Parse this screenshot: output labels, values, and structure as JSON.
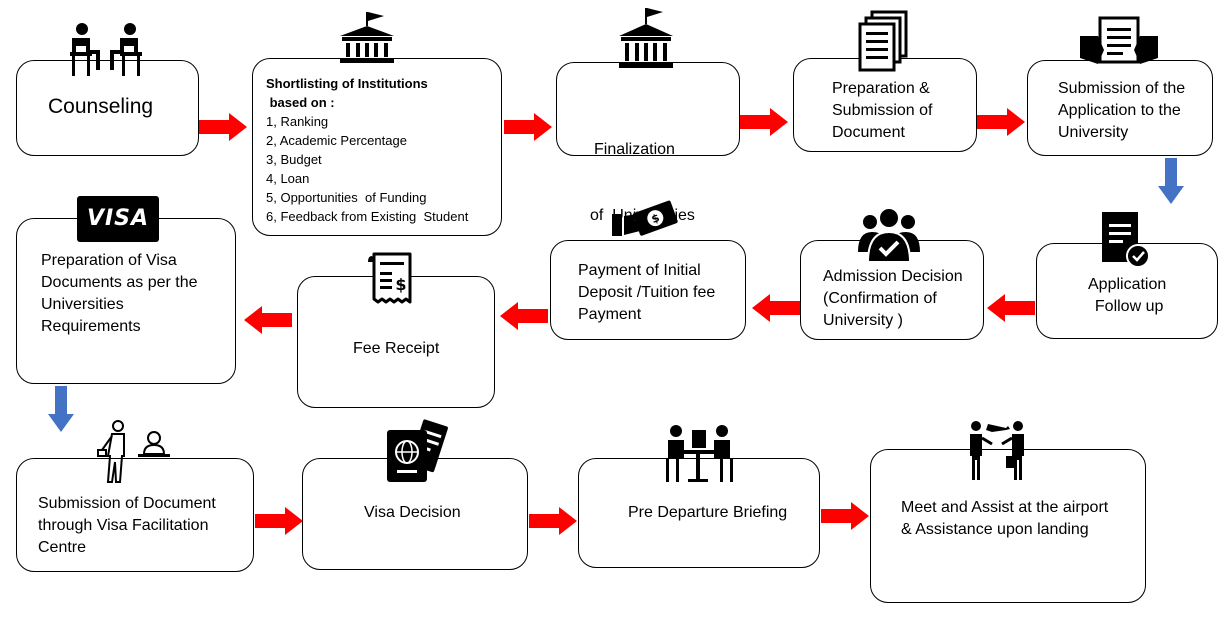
{
  "colors": {
    "arrow_red": "#ff0000",
    "arrow_blue": "#4472c4",
    "border": "#000000"
  },
  "steps": {
    "counseling": {
      "lines": [
        "Counseling"
      ],
      "icon": "counseling-people-icon"
    },
    "shortlisting": {
      "title_lines": [
        "Shortlisting of Institutions",
        " based on :"
      ],
      "items": [
        "1, Ranking",
        "2, Academic Percentage",
        "3, Budget",
        "4, Loan",
        "5, Opportunities  of Funding",
        "6, Feedback from Existing  Student"
      ],
      "icon": "institution-building-icon"
    },
    "finalization": {
      "lines": [
        "Finalization",
        "of  Universities"
      ],
      "icon": "university-building-icon"
    },
    "preparation": {
      "lines": [
        "Preparation &",
        "Submission of",
        "Document"
      ],
      "icon": "documents-stack-icon"
    },
    "submission_app": {
      "lines": [
        "Submission of the",
        "Application to the",
        "University"
      ],
      "icon": "document-hands-icon"
    },
    "followup": {
      "lines": [
        "Application",
        "Follow up"
      ],
      "icon": "document-check-icon"
    },
    "admission": {
      "lines": [
        "Admission Decision",
        "(Confirmation of",
        "University )"
      ],
      "icon": "group-check-icon"
    },
    "payment": {
      "lines": [
        "Payment of Initial",
        "Deposit /Tuition fee",
        "Payment"
      ],
      "icon": "cash-hand-icon"
    },
    "fee_receipt": {
      "lines": [
        "Fee Receipt"
      ],
      "icon": "receipt-icon"
    },
    "visa_prep": {
      "lines": [
        "Preparation of Visa",
        "Documents as per the",
        "Universities",
        "Requirements"
      ],
      "icon": "visa-card-icon",
      "visa_logo": "VISA"
    },
    "vfc": {
      "lines": [
        "Submission of Document",
        "through Visa Facilitation",
        "Centre"
      ],
      "icon": "person-counter-icon"
    },
    "visa_decision": {
      "lines": [
        "Visa Decision"
      ],
      "icon": "passport-icon"
    },
    "briefing": {
      "lines": [
        "Pre Departure Briefing"
      ],
      "icon": "meeting-table-icon"
    },
    "airport": {
      "lines": [
        "Meet and Assist at the airport",
        "& Assistance upon landing"
      ],
      "icon": "airport-meet-icon"
    }
  }
}
